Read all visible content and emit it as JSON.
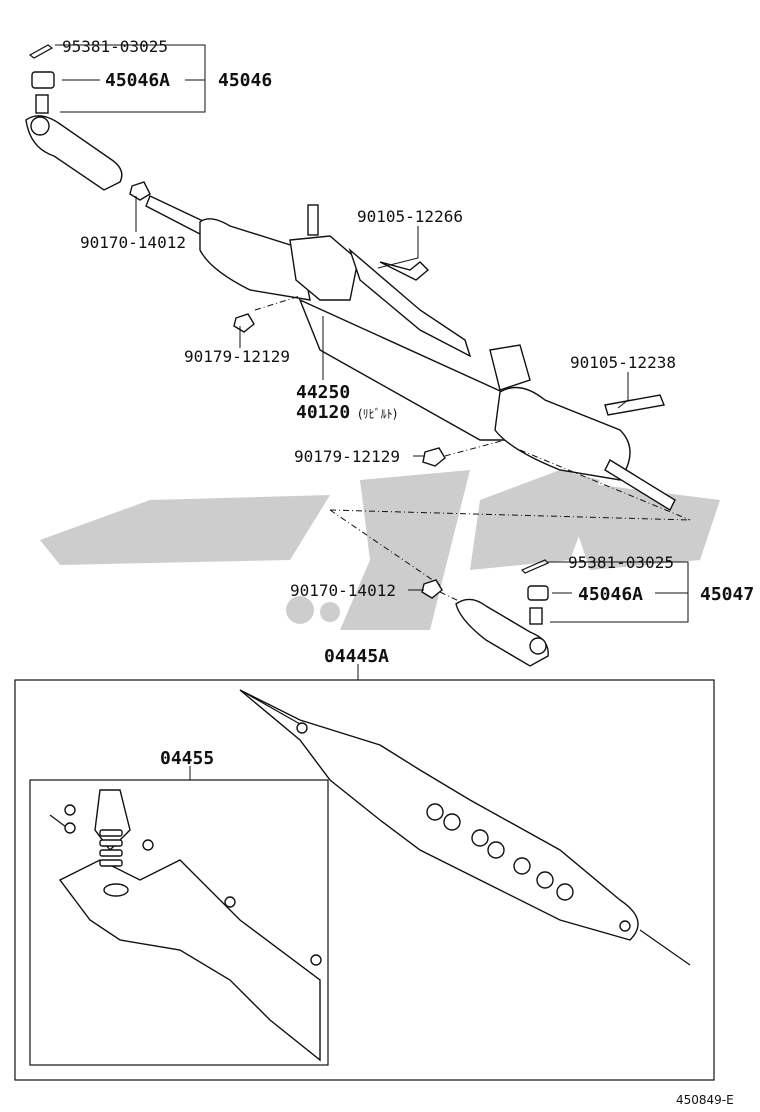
{
  "watermark": {
    "color": "#c8c8c8"
  },
  "labels": {
    "cotter_pin_left": "95381-03025",
    "nut_left": "45046A",
    "tie_rod_end_left": "45046",
    "lock_nut_left": "90170-14012",
    "bolt_upper": "90105-12266",
    "nut_upper": "90179-12129",
    "gear_assy": "44250",
    "gear_assy_reb": "40120",
    "gear_assy_reb_note": "(ﾘﾋﾞﾙﾄ)",
    "bolt_right": "90105-12238",
    "nut_middle": "90179-12129",
    "cotter_pin_right": "95381-03025",
    "nut_right": "45046A",
    "tie_rod_end_right": "45047",
    "lock_nut_right": "90170-14012",
    "gasket_kit": "04445A",
    "repair_kit": "04455",
    "diagram_id": "450849-E"
  }
}
